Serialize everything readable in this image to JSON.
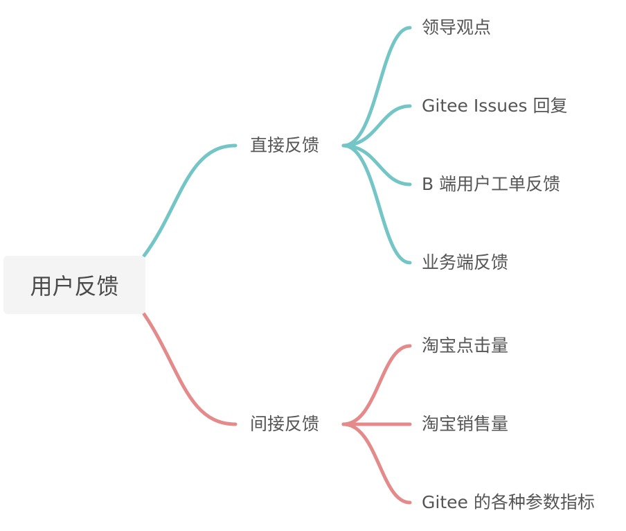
{
  "mindmap": {
    "root": {
      "label": "用户反馈"
    },
    "branches": [
      {
        "label": "直接反馈",
        "color": "#74c6c6",
        "children": [
          "领导观点",
          "Gitee Issues 回复",
          "B 端用户工单反馈",
          "业务端反馈"
        ]
      },
      {
        "label": "间接反馈",
        "color": "#e48a8a",
        "children": [
          "淘宝点击量",
          "淘宝销售量",
          "Gitee 的各种参数指标"
        ]
      }
    ]
  }
}
